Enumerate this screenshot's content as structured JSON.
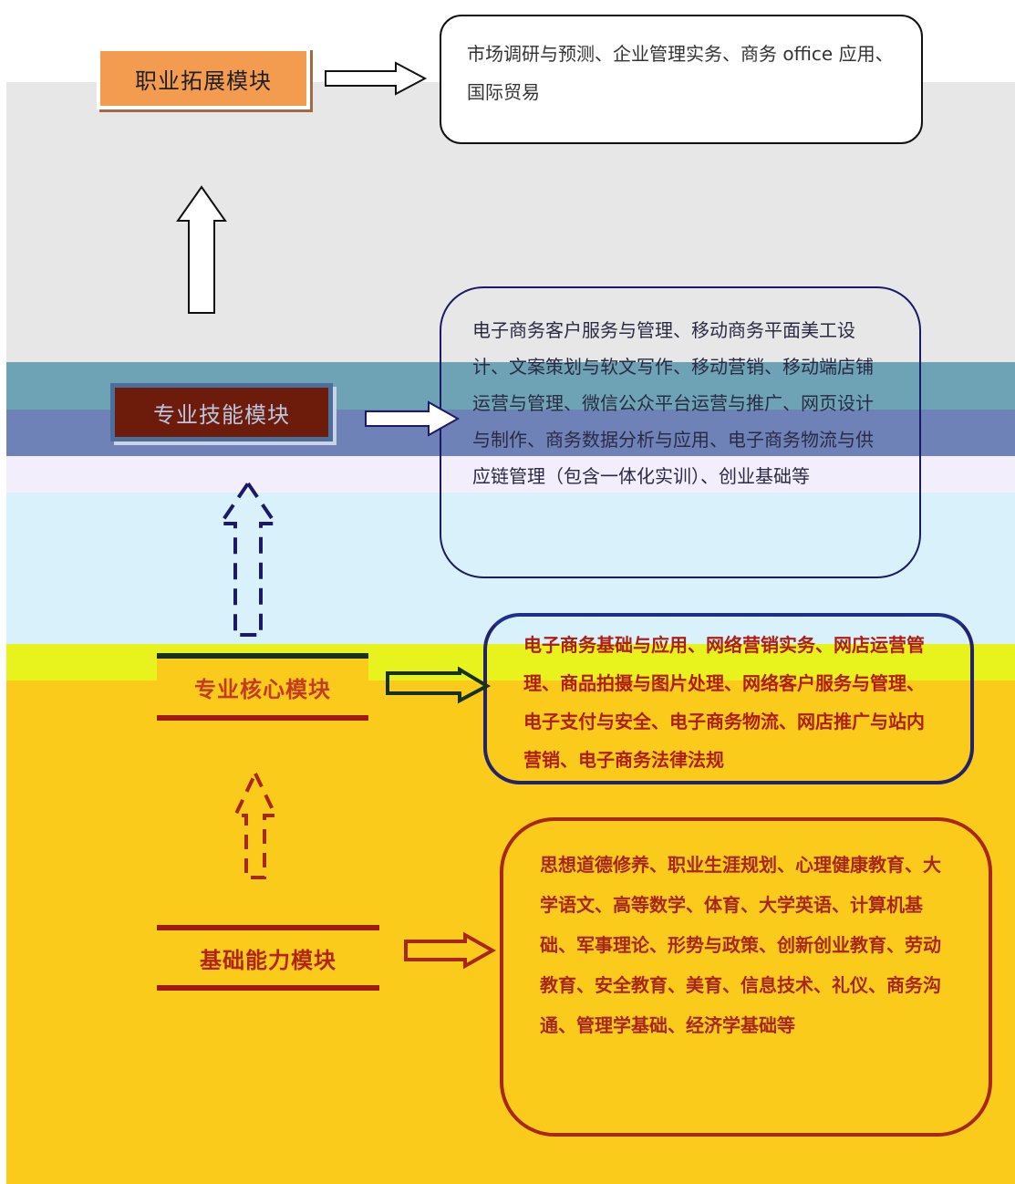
{
  "modules": {
    "career": "职业拓展模块",
    "skill": "专业技能模块",
    "core": "专业核心模块",
    "base": "基础能力模块"
  },
  "courses": {
    "career": "市场调研与预测、企业管理实务、商务 office 应用、国际贸易",
    "skill": "电子商务客户服务与管理、移动商务平面美工设计、文案策划与软文写作、移动营销、移动端店铺运营与管理、微信公众平台运营与推广、网页设计与制作、商务数据分析与应用、电子商务物流与供应链管理（包含一体化实训）、创业基础等",
    "core": "电子商务基础与应用、网络营销实务、网店运营管理、商品拍摄与图片处理、网络客户服务与管理、电子支付与安全、电子商务物流、网店推广与站内营销、电子商务法律法规",
    "base": "思想道德修养、职业生涯规划、心理健康教育、大学语文、高等数学、体育、大学英语、计算机基础、军事理论、形势与政策、创新创业教育、劳动教育、安全教育、美育、信息技术、礼仪、商务沟通、管理学基础、经济学基础等"
  },
  "colors": {
    "band_gray": "#e7e7e7",
    "band_teal": "#6da3b4",
    "band_blue": "#6f82b8",
    "band_lavender": "#f3eefc",
    "band_sky": "#d9f1fb",
    "band_yellow": "#e8f21c",
    "band_gold": "#fbcb1b",
    "career_module": "#f39c50",
    "skill_module": "#6d1b0b",
    "core_text": "#c63a1f",
    "base_text": "#b22414"
  }
}
